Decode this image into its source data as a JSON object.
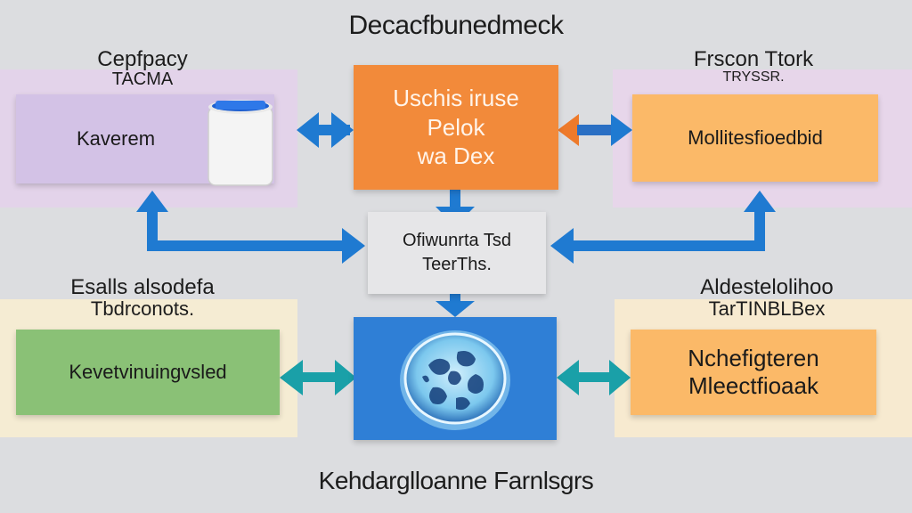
{
  "title": "Decacfbunedmeck",
  "footer": "Kehdarglloanne Farnlsgrs",
  "top_left": {
    "label_line1": "Cepfpacy",
    "label_line2": "TACMA",
    "box_text": "Kaverem",
    "icon": "container-icon"
  },
  "top_center": {
    "line1": "Uschis iruse",
    "line2": "Pelok",
    "line3": "wa Dex"
  },
  "top_right": {
    "label_line1": "Frscon Ttork",
    "label_line2": "TRYSSR.",
    "box_text": "Mollitesfioedbid"
  },
  "middle_center": {
    "line1": "Ofiwunrta Tsd",
    "line2": "TeerThs."
  },
  "bottom_left": {
    "label_line1": "Esalls alsodefa",
    "label_line2": "Tbdrconots.",
    "box_text": "Kevetvinuingvsled"
  },
  "bottom_center": {
    "icon": "petri-dish-icon"
  },
  "bottom_right": {
    "label_line1": "Aldestelolihoo",
    "label_line2": "TarTINBLBex",
    "line1": "Nchefigteren",
    "line2": "Mleectfioaak"
  },
  "colors": {
    "background": "#dcdde0",
    "purple_panel": "#e3d3ea",
    "purple_box": "#d3c2e6",
    "orange": "#f28a3a",
    "light_orange": "#fbb968",
    "peach_panel": "#f7ead0",
    "green": "#8ac176",
    "blue_box": "#2f7fd6",
    "arrow_blue": "#1f7ad1",
    "arrow_teal": "#1aa0a8",
    "arrow_orange": "#ee7a2a"
  }
}
